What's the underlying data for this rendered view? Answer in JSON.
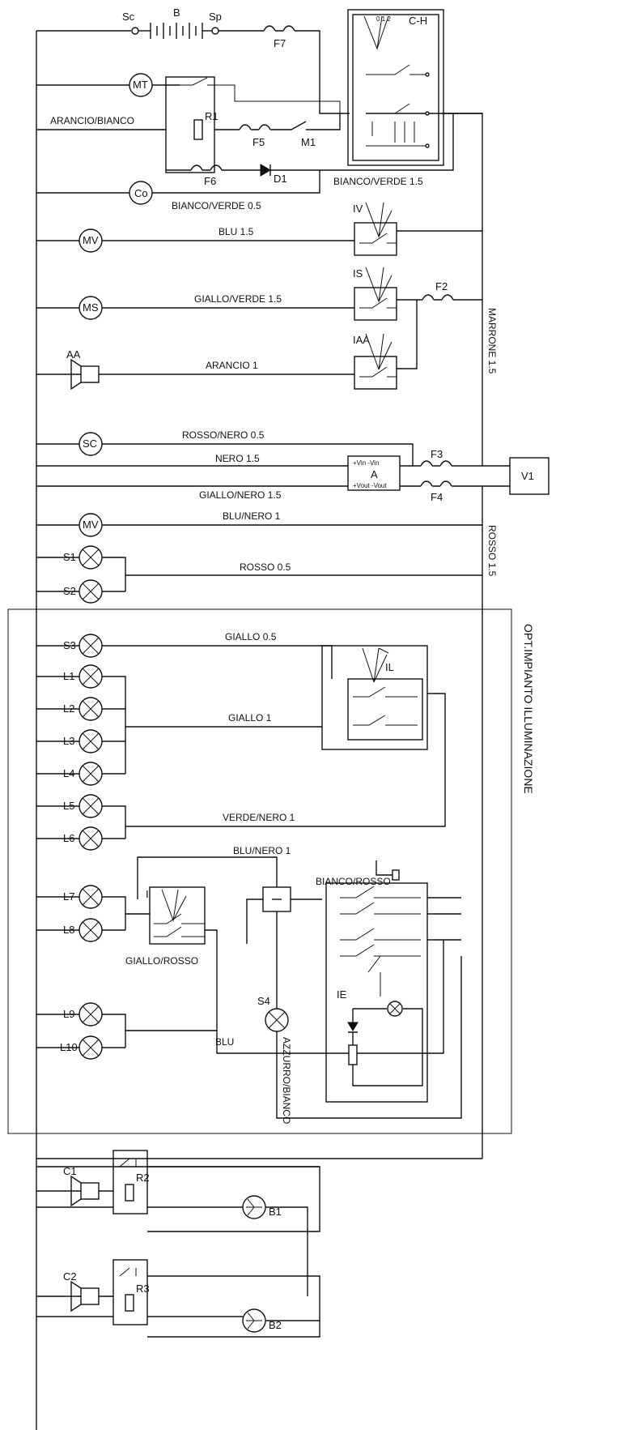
{
  "colors": {
    "line": "#111111",
    "background": "#ffffff"
  },
  "components": {
    "sc": "Sc",
    "b": "B",
    "sp": "Sp",
    "f7": "F7",
    "ch": "C-H",
    "ch_pos": "0 1 2",
    "mt": "MT",
    "r1": "R1",
    "f5": "F5",
    "m1": "M1",
    "f6": "F6",
    "d1": "D1",
    "co": "Co",
    "mv": "MV",
    "iv": "IV",
    "ms": "MS",
    "is": "IS",
    "aa": "AA",
    "iaa": "IAA",
    "f2": "F2",
    "scm": "SC",
    "a": "A",
    "a_in": "+Vin -Vin",
    "a_out": "+Vout -Vout",
    "f3": "F3",
    "f4": "F4",
    "v1": "V1",
    "mv2": "MV",
    "s1": "S1",
    "s2": "S2",
    "s3": "S3",
    "l1": "L1",
    "l2": "L2",
    "l3": "L3",
    "l4": "L4",
    "l5": "L5",
    "l6": "L6",
    "l7": "L7",
    "l8": "L8",
    "l9": "L9",
    "l10": "L10",
    "il": "IL",
    "i": "I",
    "s4": "S4",
    "ie": "IE",
    "c1": "C1",
    "r2": "R2",
    "b1": "B1",
    "c2": "C2",
    "r3": "R3",
    "b2": "B2"
  },
  "wires": {
    "arancio_bianco": "ARANCIO/BIANCO",
    "bianco_verde_15": "BIANCO/VERDE 1.5",
    "bianco_verde_05": "BIANCO/VERDE 0.5",
    "blu_15": "BLU 1.5",
    "giallo_verde_15": "GIALLO/VERDE 1.5",
    "arancio_1": "ARANCIO 1",
    "marrone_15": "MARRONE 1.5",
    "rosso_nero_05": "ROSSO/NERO 0.5",
    "nero_15": "NERO 1.5",
    "giallo_nero_15": "GIALLO/NERO 1.5",
    "blu_nero_1_top": "BLU/NERO 1",
    "rosso_15": "ROSSO 1.5",
    "rosso_05": "ROSSO 0.5",
    "giallo_05": "GIALLO 0.5",
    "giallo_1": "GIALLO 1",
    "verde_nero_1": "VERDE/NERO 1",
    "blu_nero_1_bottom": "BLU/NERO 1",
    "bianco_rosso": "BIANCO/ROSSO",
    "giallo_rosso": "GIALLO/ROSSO",
    "blu": "BLU",
    "azzurro_bianco": "AZZURRO/BIANCO"
  },
  "section_title": "OPT.IMPIANTO ILLUMINAZIONE"
}
